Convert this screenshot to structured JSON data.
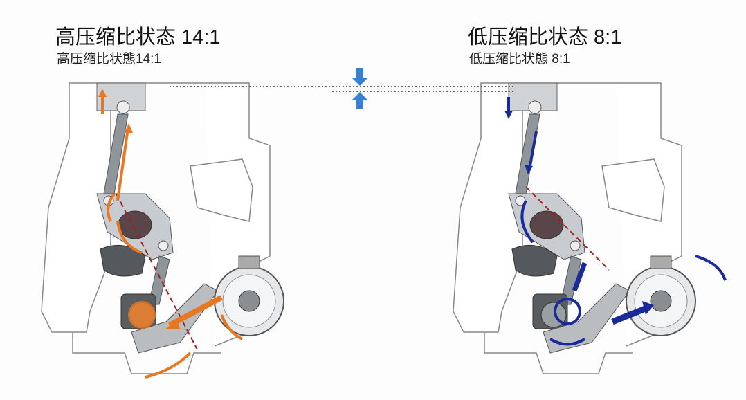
{
  "left_panel": {
    "title": "高压缩比状态 14:1",
    "subtitle": "高压缩比状態14:1",
    "arrow_color": "#e87722"
  },
  "right_panel": {
    "title": "低压缩比状态 8:1",
    "subtitle": "低压缩比状態 8:1",
    "arrow_color": "#1a2a9a"
  },
  "height_indicator_color": "#3a7fd0"
}
